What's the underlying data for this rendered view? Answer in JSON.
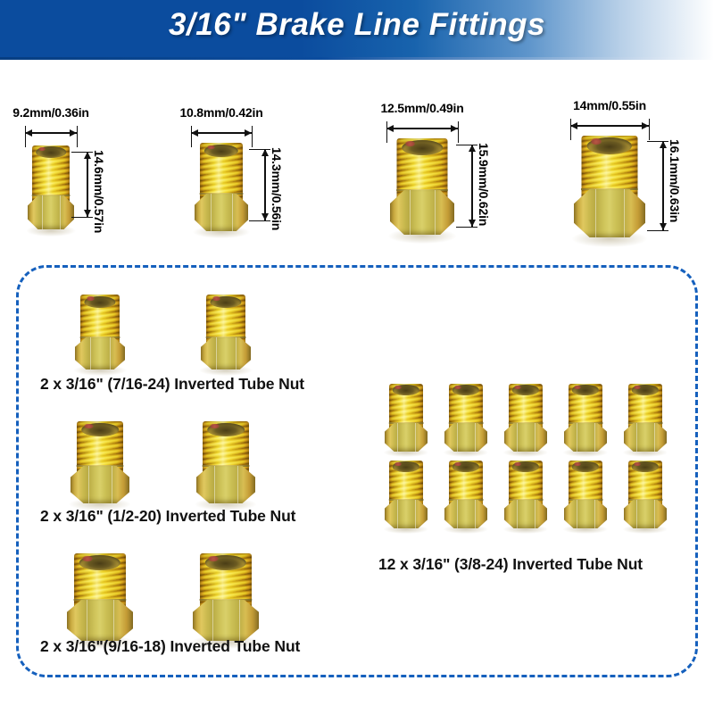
{
  "header": {
    "title": "3/16\" Brake Line Fittings",
    "background_color": "#0b4c9e",
    "text_color": "#ffffff"
  },
  "spec_row": {
    "items": [
      {
        "id": "fitting-spec-1",
        "width_label": "9.2mm/0.36in",
        "height_label": "14.6mm/0.57in",
        "width_mm": 9.2,
        "width_in": 0.36,
        "height_mm": 14.6,
        "height_in": 0.57
      },
      {
        "id": "fitting-spec-2",
        "width_label": "10.8mm/0.42in",
        "height_label": "14.3mm/0.56in",
        "width_mm": 10.8,
        "width_in": 0.42,
        "height_mm": 14.3,
        "height_in": 0.56
      },
      {
        "id": "fitting-spec-3",
        "width_label": "12.5mm/0.49in",
        "height_label": "15.9mm/0.62in",
        "width_mm": 12.5,
        "width_in": 0.49,
        "height_mm": 15.9,
        "height_in": 0.62
      },
      {
        "id": "fitting-spec-4",
        "width_label": "14mm/0.55in",
        "height_label": "16.1mm/0.63in",
        "width_mm": 14,
        "width_in": 0.55,
        "height_mm": 16.1,
        "height_in": 0.63
      }
    ]
  },
  "kit": {
    "border_color": "#1560bd",
    "groups": [
      {
        "id": "group-7-16-24",
        "caption": "2 x 3/16\" (7/16-24) Inverted Tube Nut",
        "quantity": 2,
        "thread": "7/16-24",
        "shown": 2
      },
      {
        "id": "group-1-2-20",
        "caption": "2 x 3/16\" (1/2-20) Inverted Tube Nut",
        "quantity": 2,
        "thread": "1/2-20",
        "shown": 2
      },
      {
        "id": "group-9-16-18",
        "caption": "2 x 3/16\"(9/16-18) Inverted Tube Nut",
        "quantity": 2,
        "thread": "9/16-18",
        "shown": 2
      },
      {
        "id": "group-3-8-24",
        "caption": "12 x 3/16\" (3/8-24) Inverted Tube Nut",
        "quantity": 12,
        "thread": "3/8-24",
        "shown": 10
      }
    ]
  }
}
